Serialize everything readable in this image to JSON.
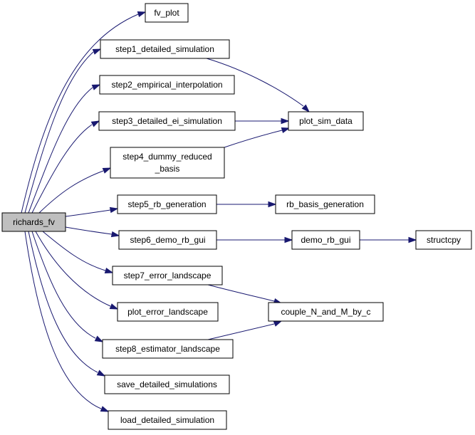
{
  "graph": {
    "nodes": {
      "richards_fv": "richards_fv",
      "fv_plot": "fv_plot",
      "step1": "step1_detailed_simulation",
      "step2": "step2_empirical_interpolation",
      "step3": "step3_detailed_ei_simulation",
      "step4_line1": "step4_dummy_reduced",
      "step4_line2": "_basis",
      "step5": "step5_rb_generation",
      "step6": "step6_demo_rb_gui",
      "step7": "step7_error_landscape",
      "plot_error_landscape": "plot_error_landscape",
      "step8": "step8_estimator_landscape",
      "save_detailed_simulations": "save_detailed_simulations",
      "load_detailed_simulation": "load_detailed_simulation",
      "plot_sim_data": "plot_sim_data",
      "rb_basis_generation": "rb_basis_generation",
      "demo_rb_gui": "demo_rb_gui",
      "structcpy": "structcpy",
      "couple_N_and_M_by_c": "couple_N_and_M_by_c"
    },
    "edges": [
      [
        "richards_fv",
        "fv_plot"
      ],
      [
        "richards_fv",
        "step1"
      ],
      [
        "richards_fv",
        "step2"
      ],
      [
        "richards_fv",
        "step3"
      ],
      [
        "richards_fv",
        "step4"
      ],
      [
        "richards_fv",
        "step5"
      ],
      [
        "richards_fv",
        "step6"
      ],
      [
        "richards_fv",
        "step7"
      ],
      [
        "richards_fv",
        "plot_error_landscape"
      ],
      [
        "richards_fv",
        "step8"
      ],
      [
        "richards_fv",
        "save_detailed_simulations"
      ],
      [
        "richards_fv",
        "load_detailed_simulation"
      ],
      [
        "step1",
        "plot_sim_data"
      ],
      [
        "step3",
        "plot_sim_data"
      ],
      [
        "step4",
        "plot_sim_data"
      ],
      [
        "step5",
        "rb_basis_generation"
      ],
      [
        "step6",
        "demo_rb_gui"
      ],
      [
        "demo_rb_gui",
        "structcpy"
      ],
      [
        "step7",
        "couple_N_and_M_by_c"
      ],
      [
        "step8",
        "couple_N_and_M_by_c"
      ]
    ],
    "colors": {
      "edge": "#191970",
      "root_fill": "#bfbfbf",
      "node_fill": "#ffffff",
      "node_border": "#000000"
    }
  }
}
